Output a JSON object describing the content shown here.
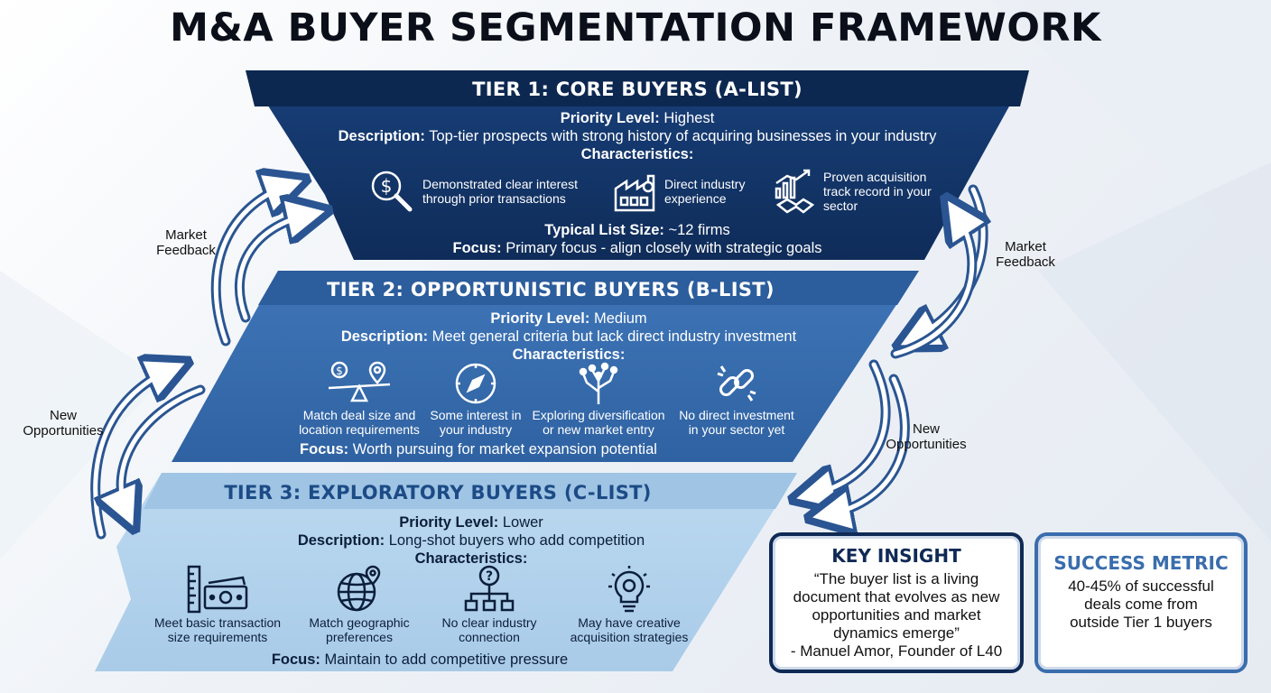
{
  "title": "M&A BUYER SEGMENTATION FRAMEWORK",
  "labels": {
    "priority": "Priority Level:",
    "description": "Description:",
    "characteristics": "Characteristics:",
    "list_size": "Typical List Size:",
    "focus": "Focus:"
  },
  "tier1": {
    "title": "TIER 1: CORE BUYERS (A-LIST)",
    "priority": "Highest",
    "description": "Top-tier prospects with strong history of acquiring businesses in your industry",
    "characteristics": [
      {
        "icon": "dollar-search-icon",
        "text": "Demonstrated clear interest through prior transactions"
      },
      {
        "icon": "factory-icon",
        "text": "Direct industry experience"
      },
      {
        "icon": "handshake-growth-icon",
        "text": "Proven acquisition track record in your sector"
      }
    ],
    "list_size": "~12 firms",
    "focus": "Primary focus - align closely with strategic goals"
  },
  "tier2": {
    "title": "TIER 2: OPPORTUNISTIC BUYERS (B-LIST)",
    "priority": "Medium",
    "description": "Meet general criteria but lack direct industry investment",
    "characteristics": [
      {
        "icon": "scale-location-icon",
        "text": "Match deal size and location requirements"
      },
      {
        "icon": "compass-icon",
        "text": "Some interest in your industry"
      },
      {
        "icon": "branching-tree-icon",
        "text": "Exploring diversification or new market entry"
      },
      {
        "icon": "broken-link-icon",
        "text": "No direct investment in your sector yet"
      }
    ],
    "focus": "Worth pursuing for market expansion potential"
  },
  "tier3": {
    "title": "TIER 3: EXPLORATORY BUYERS (C-LIST)",
    "priority": "Lower",
    "description": "Long-shot buyers who add competition",
    "characteristics": [
      {
        "icon": "ruler-cash-icon",
        "text": "Meet basic transaction size requirements"
      },
      {
        "icon": "globe-pin-icon",
        "text": "Match geographic preferences"
      },
      {
        "icon": "question-org-chart-icon",
        "text": "No clear industry connection"
      },
      {
        "icon": "lightbulb-gear-icon",
        "text": "May have creative acquisition strategies"
      }
    ],
    "focus": "Maintain to add competitive pressure"
  },
  "side_labels": {
    "left_top": "Market Feedback",
    "left_bottom": "New Opportunities",
    "right_top": "Market Feedback",
    "right_bottom": "New Opportunities"
  },
  "insight": {
    "title": "KEY INSIGHT",
    "quote": "“The buyer list is a living document that evolves as new opportunities and market dynamics emerge”",
    "attribution": "- Manuel Amor, Founder of L40"
  },
  "metric": {
    "title": "SUCCESS METRIC",
    "text": "40-45% of successful deals come from outside Tier 1 buyers"
  },
  "colors": {
    "tier1": "#15386b",
    "tier2": "#3a6eae",
    "tier3": "#b9d6ee",
    "dark_navy": "#0f2a55"
  }
}
